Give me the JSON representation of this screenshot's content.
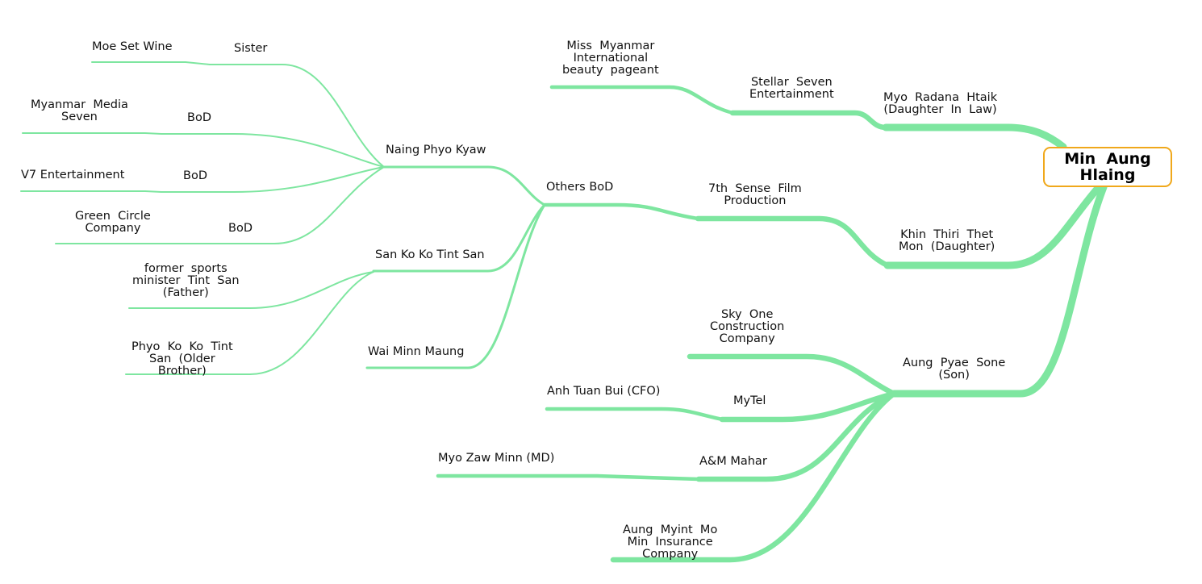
{
  "colors": {
    "edge": "#7ee6a0",
    "root_border": "#f0a81b",
    "text": "#111111"
  },
  "root": {
    "label": "Min  Aung\nHlaing"
  },
  "nodes": {
    "daughter_in_law": "Myo  Radana  Htaik\n(Daughter  In  Law)",
    "stellar_seven": "Stellar  Seven\nEntertainment",
    "miss_myanmar": "Miss  Myanmar\nInternational\nbeauty  pageant",
    "daughter": "Khin  Thiri  Thet\nMon  (Daughter)",
    "seventh_sense": "7th  Sense  Film\nProduction",
    "others_bod": "Others BoD",
    "naing_phyo_kyaw": "Naing Phyo Kyaw",
    "sister": "Sister",
    "moe_set_wine": "Moe Set Wine",
    "bod_1": "BoD",
    "myanmar_media_seven": "Myanmar  Media\nSeven",
    "bod_2": "BoD",
    "v7_entertainment": "V7 Entertainment",
    "bod_3": "BoD",
    "green_circle": "Green  Circle\nCompany",
    "san_ko_ko": "San Ko Ko Tint San",
    "father": "former  sports\nminister  Tint  San\n(Father)",
    "older_brother": "Phyo  Ko  Ko  Tint\nSan  (Older\nBrother)",
    "wai_minn_maung": "Wai Minn Maung",
    "son": "Aung  Pyae  Sone\n(Son)",
    "sky_one": "Sky  One\nConstruction\nCompany",
    "mytel": "MyTel",
    "anh_tuan_bui": "Anh Tuan Bui (CFO)",
    "am_mahar": "A&M Mahar",
    "myo_zaw_minn": "Myo Zaw Minn (MD)",
    "aung_myint_mo_min": "Aung  Myint  Mo\nMin  Insurance\nCompany"
  }
}
